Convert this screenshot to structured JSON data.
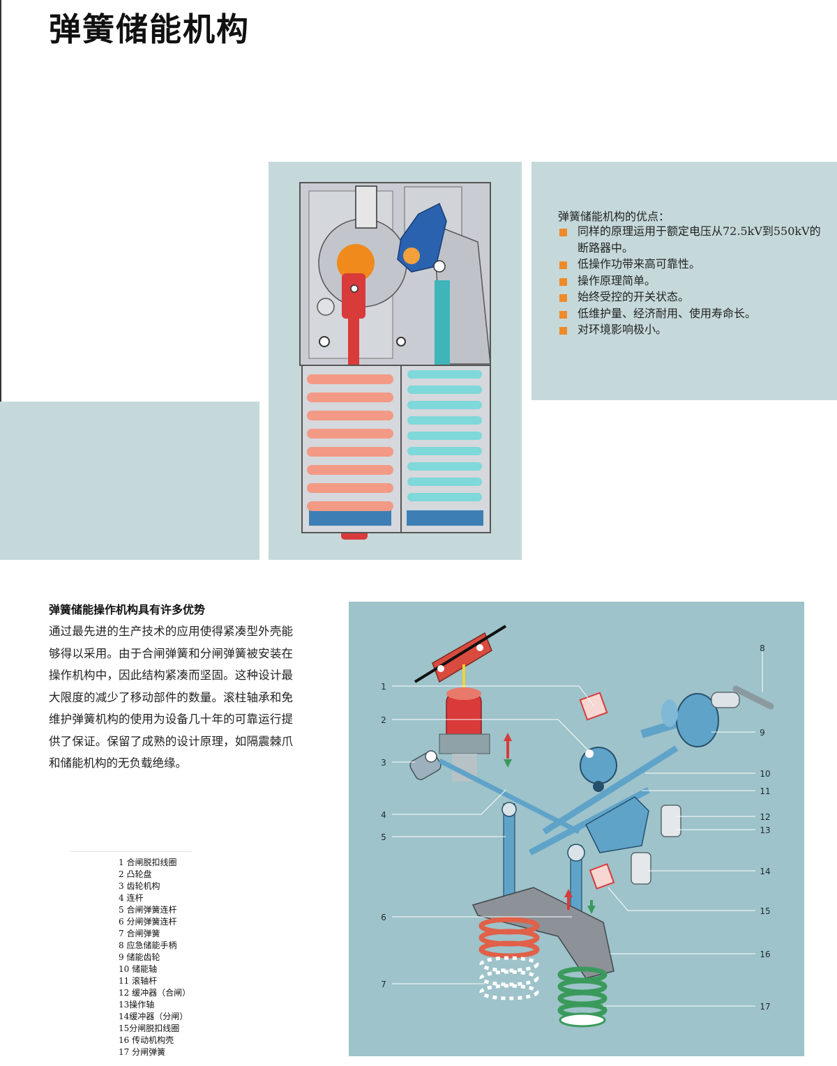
{
  "title": "弹簧储能机构",
  "advantages": {
    "heading": "弹簧储能机构的优点：",
    "items": [
      "同样的原理运用于额定电压从72.5kV到550kV的断路器中。",
      "低操作功带来高可靠性。",
      "操作原理简单。",
      "始终受控的开关状态。",
      "低维护量、经济耐用、使用寿命长。",
      "对环境影响极小。"
    ]
  },
  "section": {
    "heading": "弹簧储能操作机构具有许多优势",
    "body": "通过最先进的生产技术的应用使得紧凑型外壳能够得以采用。由于合闸弹簧和分闸弹簧被安装在操作机构中，因此结构紧凑而坚固。这种设计最大限度的减少了移动部件的数量。滚柱轴承和免维护弹簧机构的使用为设备几十年的可靠运行提供了保证。保留了成熟的设计原理，如隔震棘爪和储能机构的无负载绝缘。"
  },
  "legend": [
    "1 合闸脱扣线圈",
    "2 凸轮盘",
    "3 齿轮机构",
    "4 连杆",
    "5 合闸弹簧连杆",
    "6 分闸弹簧连杆",
    "7 合闸弹簧",
    "8 应急储能手柄",
    "9 储能齿轮",
    "10 储能轴",
    "11 滚轴杆",
    "12 缓冲器（合闸）",
    "13操作轴",
    "14缓冲器（分闸）",
    "15分闸脱扣线圈",
    "16 传动机构壳",
    "17 分闸弹簧"
  ],
  "diagram": {
    "left_numbers": [
      "1",
      "2",
      "3",
      "4",
      "5",
      "6",
      "7"
    ],
    "right_numbers": [
      "8",
      "9",
      "10",
      "11",
      "12",
      "13",
      "14",
      "15",
      "16",
      "17"
    ]
  },
  "colors": {
    "panel": "#c6d9da",
    "diagram_bg": "#9ec3ca",
    "closing_red": "#d93a3a",
    "opening_teal": "#3fb4b9",
    "bullet_orange": "#ee8a28",
    "lever_blue": "#2a62b0"
  }
}
